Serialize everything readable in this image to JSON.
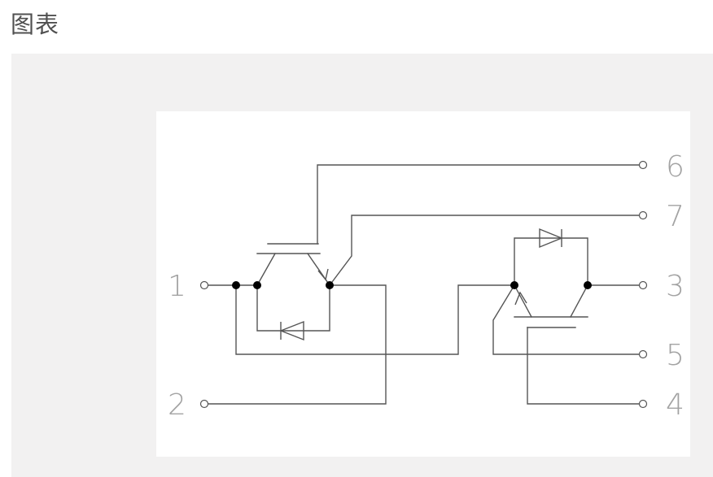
{
  "page": {
    "title": "图表"
  },
  "diagram": {
    "terminals": [
      {
        "id": "t1",
        "label": "1"
      },
      {
        "id": "t2",
        "label": "2"
      },
      {
        "id": "t3",
        "label": "3"
      },
      {
        "id": "t4",
        "label": "4"
      },
      {
        "id": "t5",
        "label": "5"
      },
      {
        "id": "t6",
        "label": "6"
      },
      {
        "id": "t7",
        "label": "7"
      }
    ]
  },
  "colors": {
    "title_text": "#505050",
    "panel_background": "#f2f1f1",
    "card_background": "#ffffff",
    "wire": "#555555",
    "junction": "#000000",
    "terminal_label": "#a3a3a3"
  }
}
